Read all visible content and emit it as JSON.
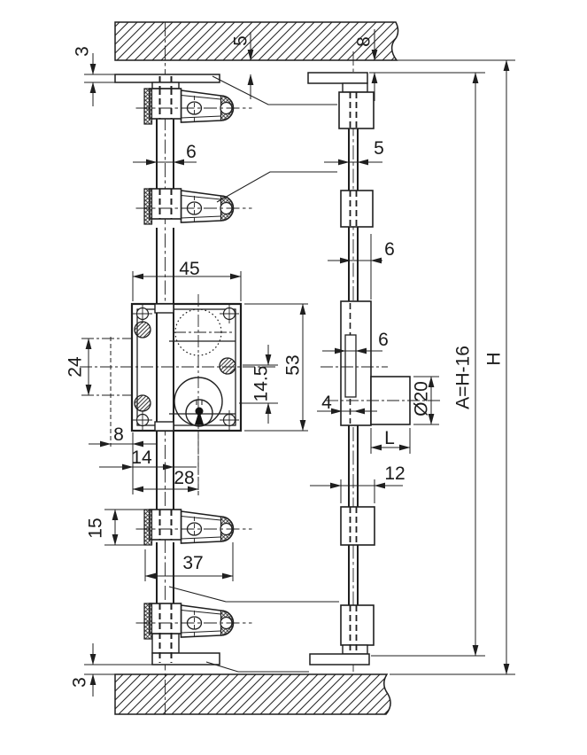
{
  "colors": {
    "background": "#ffffff",
    "line": "#1f1f1f"
  },
  "dimensions": {
    "top_plate_thickness": "3",
    "top_plate_gap": "5",
    "side_top_gap": "8",
    "front_rod_width": "6",
    "side_rod_width": "5",
    "case_width": "45",
    "case_height": "53",
    "cylinder_offset": "14.5",
    "follower_spacing": "24",
    "edge_offset": "8",
    "rod_offset": "14",
    "cylinder_backset": "28",
    "guide_height": "15",
    "guide_depth": "37",
    "bottom_plate_gap": "3",
    "side_rod_upper": "6",
    "side_slot_width": "6",
    "side_pin_width": "4",
    "cylinder_diameter": "Ø20",
    "cylinder_length": "L",
    "side_guide_width": "12",
    "rod_length_formula": "A=H-16",
    "opening_height": "H"
  }
}
